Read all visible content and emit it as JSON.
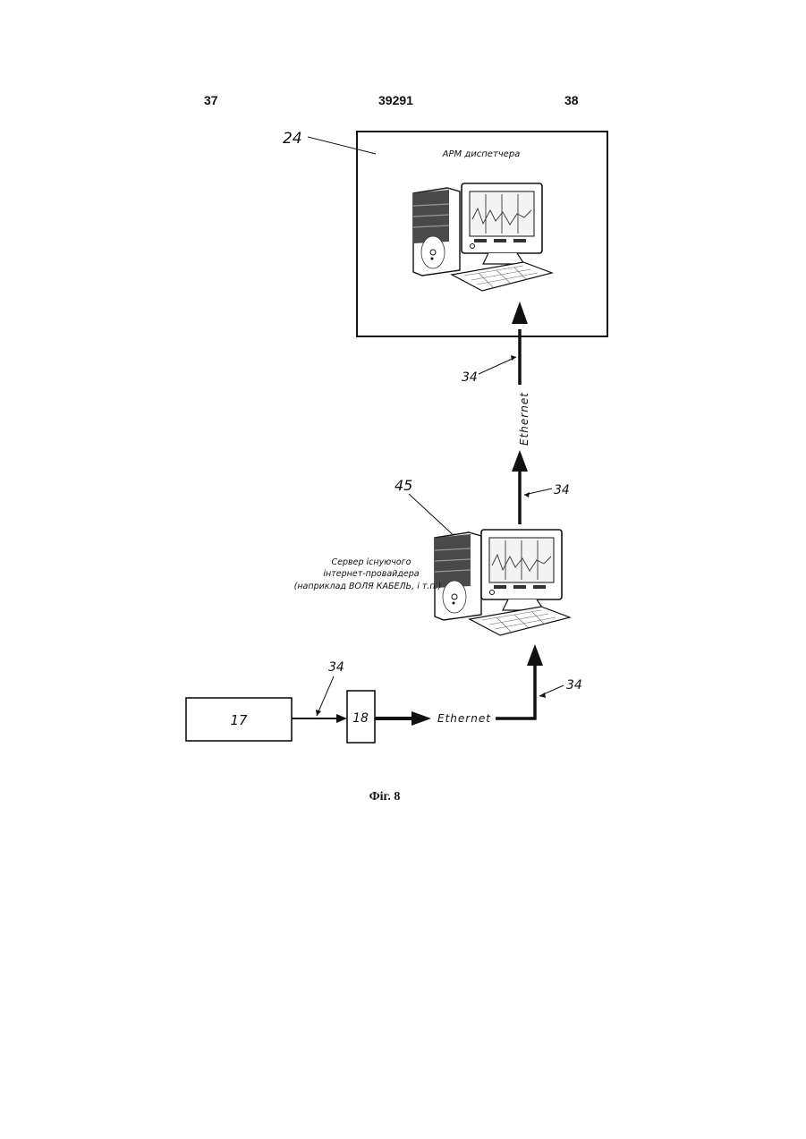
{
  "header": {
    "left_page": "37",
    "patent_number": "39291",
    "right_page": "38"
  },
  "diagram": {
    "operator_box": {
      "ref": "24",
      "title": "АРМ диспетчера"
    },
    "server": {
      "ref": "45",
      "label_lines": [
        "Сервер існуючого",
        "інтернет-провайдера",
        "(наприклад ВОЛЯ КАБЕЛЬ, і т.п.)"
      ]
    },
    "block_17": "17",
    "block_18": "18",
    "ethernet_horizontal": "Ethernet",
    "ethernet_vertical": "Ethernet",
    "link_ref_1": "34",
    "link_ref_2": "34",
    "link_ref_3": "34",
    "link_ref_4": "34"
  },
  "caption": "Фіг. 8"
}
